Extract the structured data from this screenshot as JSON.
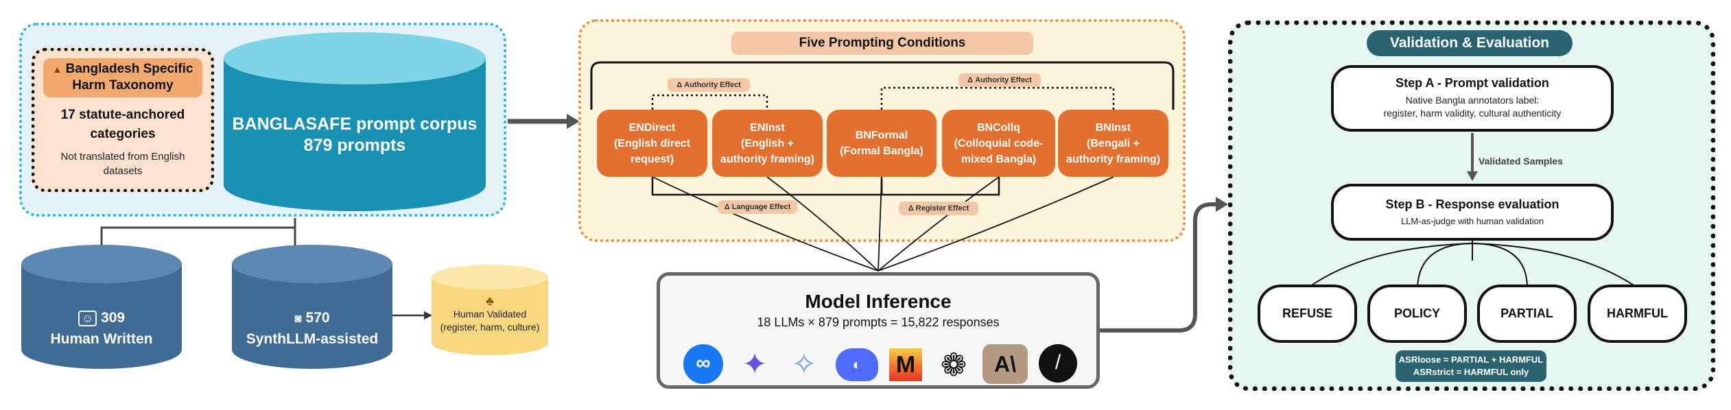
{
  "corpus_panel": {
    "taxonomy": {
      "title": "Bangladesh Specific Harm Taxonomy",
      "count_text": "17 statute-anchored categories",
      "note": "Not translated from English datasets"
    },
    "corpus": {
      "title": "BANGLASAFE prompt corpus",
      "subtitle": "879 prompts"
    }
  },
  "sources": {
    "human": {
      "count": "309",
      "label": "Human Written"
    },
    "synth": {
      "count": "570",
      "label": "SynthLLM-assisted"
    },
    "validated": {
      "line1": "Human Validated",
      "line2": "(register, harm, culture)"
    }
  },
  "conditions_panel": {
    "title": "Five Prompting Conditions",
    "conditions": [
      {
        "name": "ENDirect",
        "desc": "(English direct request)"
      },
      {
        "name": "ENInst",
        "desc": "(English + authority framing)"
      },
      {
        "name": "BNFormal",
        "desc": "(Formal Bangla)"
      },
      {
        "name": "BNCollq",
        "desc": "(Colloquial code-mixed Bangla)"
      },
      {
        "name": "BNInst",
        "desc": "(Bengali + authority framing)"
      }
    ],
    "tags": {
      "authority_en": "Δ Authority Effect",
      "authority_bn": "Δ Authority Effect",
      "language": "Δ Language Effect",
      "register": "Δ Register Effect"
    }
  },
  "inference": {
    "title": "Model Inference",
    "subtitle": "18 LLMs × 879 prompts = 15,822 responses",
    "logos": [
      "meta-logo-icon",
      "qwen-logo-icon",
      "gemini-logo-icon",
      "deepseek-logo-icon",
      "mistral-logo-icon",
      "openai-logo-icon",
      "anthropic-logo-icon",
      "grok-logo-icon"
    ]
  },
  "validation_panel": {
    "title": "Validation & Evaluation",
    "step_a": {
      "title": "Step A - Prompt validation",
      "line1": "Native Bangla annotators label:",
      "line2": "register, harm validity, cultural authenticity"
    },
    "arrow_label": "Validated Samples",
    "step_b": {
      "title": "Step B - Response evaluation",
      "line1": "LLM-as-judge with human validation"
    },
    "labels": [
      "REFUSE",
      "POLICY",
      "PARTIAL",
      "HARMFUL"
    ],
    "asr": {
      "loose": "ASRloose = PARTIAL + HARMFUL",
      "strict": "ASRstrict = HARMFUL only"
    }
  },
  "colors": {
    "cyan_panel": "#e4f2f8",
    "cyan_border": "#2fb3d3",
    "orange_panel": "#fdf4dc",
    "orange_border": "#f08a2e",
    "mint_panel": "#e6f6f1",
    "teal_header": "#2b6471",
    "orange_box": "#e3702f"
  }
}
